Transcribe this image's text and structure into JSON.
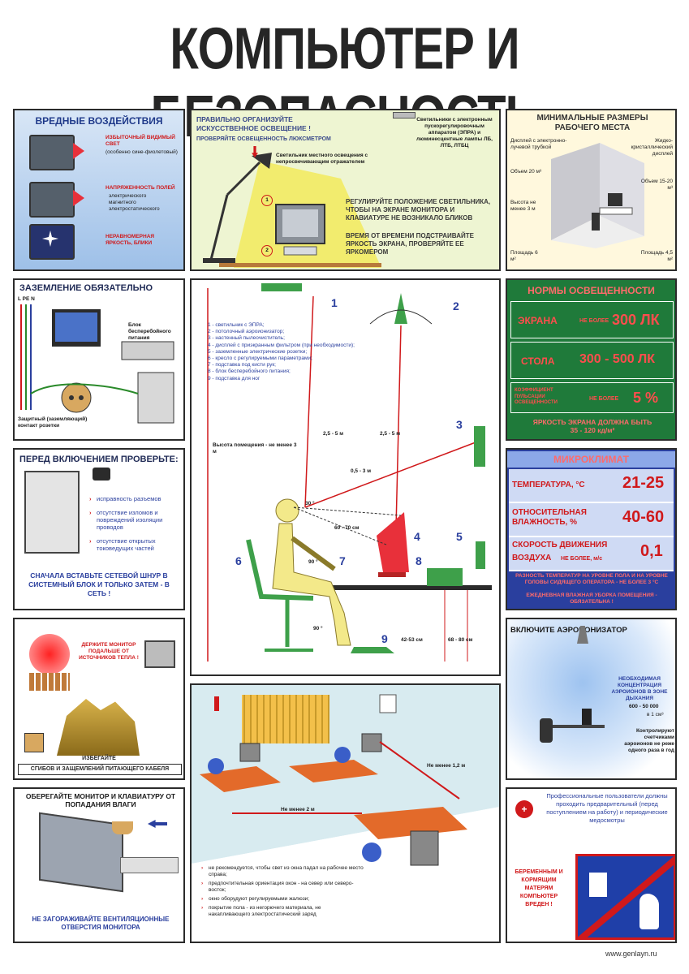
{
  "title": "КОМПЬЮТЕР И БЕЗОПАСНОСТЬ",
  "harmful": {
    "title": "ВРЕДНЫЕ ВОЗДЕЙСТВИЯ",
    "item1_title": "ИЗБЫТОЧНЫЙ ВИДИМЫЙ СВЕТ",
    "item1_sub": "(особенно сине-фиолетовый)",
    "item2_title": "НАПРЯЖЕННОСТЬ ПОЛЕЙ",
    "item2_list": [
      "электрического",
      "магнитного",
      "электростатического"
    ],
    "item3_title": "НЕРАВНОМЕРНАЯ ЯРКОСТЬ, БЛИКИ"
  },
  "lighting": {
    "title1": "ПРАВИЛЬНО ОРГАНИЗУЙТЕ",
    "title2": "ИСКУССТВЕННОЕ ОСВЕЩЕНИЕ !",
    "check": "ПРОВЕРЯЙТЕ ОСВЕЩЕННОСТЬ ЛЮКСМЕТРОМ",
    "ceiling": "Светильники с электронным пускорегулировочным аппаратом (ЭПРА) и люминесцентные лампы ЛБ, ЛТБ, ЛТБЦ",
    "local": "Светильник местного освещения с непросвечивающим отражателем",
    "n1": "1",
    "n2": "2",
    "tip1": "РЕГУЛИРУЙТЕ ПОЛОЖЕНИЕ СВЕТИЛЬНИКА, ЧТОБЫ НА ЭКРАНЕ МОНИТОРА И КЛАВИАТУРЕ НЕ ВОЗНИКАЛО БЛИКОВ",
    "tip2": "ВРЕМЯ ОТ ВРЕМЕНИ ПОДСТРАИВАЙТЕ ЯРКОСТЬ ЭКРАНА, ПРОВЕРЯЙТЕ ЕЕ ЯРКОМЕРОМ"
  },
  "workplace": {
    "title": "МИНИМАЛЬНЫЕ РАЗМЕРЫ РАБОЧЕГО МЕСТА",
    "crt": "Дисплей с электронно-лучевой трубкой",
    "lcd": "Жидко-кристаллический дисплей",
    "vol_crt": "Объем 20 м³",
    "vol_lcd": "Объем 15-20 м³",
    "height": "Высота не менее 3 м",
    "area_crt": "Площадь 6 м²",
    "area_lcd": "Площадь 4,5 м²"
  },
  "grounding": {
    "title": "ЗАЗЕМЛЕНИЕ ОБЯЗАТЕЛЬНО",
    "wires": "L PE N",
    "ups": "Блок бесперебойного питания",
    "contact": "Защитный (заземляющий) контакт розетки"
  },
  "room": {
    "legend": [
      "1 - светильник с ЭПРА;",
      "2 - потолочный аэроионизатор;",
      "3 - настенный пылеочиститель;",
      "4 - дисплей с приэкранным фильтром (при необходимости);",
      "5 - заземленные электрические розетки;",
      "6 - кресло с регулируемыми параметрами;",
      "7 - подставка под кисти рук;",
      "8 - блок бесперебойного питания;",
      "9 - подставка для ног"
    ],
    "n": [
      "1",
      "2",
      "3",
      "4",
      "5",
      "6",
      "7",
      "8",
      "9"
    ],
    "height": "Высота помещения - не менее 3 м",
    "d1": "2,5 - 5 м",
    "d2": "2,5 - 5 м",
    "d3": "0,5 - 3 м",
    "angle30": "30 °",
    "eye": "60 - 70 см",
    "a90a": "90 °",
    "a90b": "90 °",
    "h1": "42-53 см",
    "h2": "68 - 80 см"
  },
  "lightnorm": {
    "title": "НОРМЫ ОСВЕЩЕННОСТИ",
    "screen": "ЭКРАНА",
    "screen_pre": "НЕ БОЛЕЕ",
    "screen_val": "300 ЛК",
    "table": "СТОЛА",
    "table_val": "300 - 500 ЛК",
    "coef": "КОЭФФИЦИЕНТ ПУЛЬСАЦИИ ОСВЕЩЕННОСТИ",
    "coef_pre": "НЕ БОЛЕЕ",
    "coef_val": "5 %",
    "bright": "ЯРКОСТЬ ЭКРАНА ДОЛЖНА БЫТЬ 35 - 120 кд/м²"
  },
  "check": {
    "title": "ПЕРЕД ВКЛЮЧЕНИЕМ ПРОВЕРЬТЕ:",
    "items": [
      "исправность разъемов",
      "отсутствие изломов и повреждений изоляции проводов",
      "отсутствие открытых токоведущих частей"
    ],
    "footer": "СНАЧАЛА ВСТАВЬТЕ СЕТЕВОЙ ШНУР В СИСТЕМНЫЙ БЛОК И ТОЛЬКО ЗАТЕМ - В СЕТЬ !"
  },
  "micro": {
    "title": "МИКРОКЛИМАТ",
    "temp": "ТЕМПЕРАТУРА, °С",
    "temp_val": "21-25",
    "hum": "ОТНОСИТЕЛЬНАЯ ВЛАЖНОСТЬ, %",
    "hum_val": "40-60",
    "air1": "СКОРОСТЬ ДВИЖЕНИЯ",
    "air2": "ВОЗДУХА",
    "air_pre": "НЕ БОЛЕЕ, м/с",
    "air_val": "0,1",
    "note": "РАЗНОСТЬ ТЕМПЕРАТУР НА УРОВНЕ ПОЛА И НА УРОВНЕ ГОЛОВЫ СИДЯЩЕГО ОПЕРАТОРА - НЕ БОЛЕЕ 3 °С",
    "note2": "ЕЖЕДНЕВНАЯ ВЛАЖНАЯ УБОРКА ПОМЕЩЕНИЯ - ОБЯЗАТЕЛЬНА !"
  },
  "heat": {
    "keep": "ДЕРЖИТЕ МОНИТОР ПОДАЛЬШЕ ОТ ИСТОЧНИКОВ ТЕПЛА !",
    "avoid1": "ИЗБЕГАЙТЕ",
    "avoid2": "СГИБОВ И ЗАЩЕМЛЕНИЙ ПИТАЮЩЕГО КАБЕЛЯ"
  },
  "office": {
    "d1": "Не менее 1,2 м",
    "d2": "Не менее 2 м",
    "notes": [
      "не рекомендуется, чтобы свет из окна падал на рабочее место справа;",
      "предпочтительная ориентация окон - на север или северо-восток;",
      "окно оборудуют регулируемыми жалюзи;",
      "покрытие пола - из негорючего материала, не накапливающего электростатический заряд"
    ]
  },
  "ionizer": {
    "title": "ВКЛЮЧИТЕ АЭРОИОНИЗАТОР",
    "need": "НЕОБХОДИМАЯ КОНЦЕНТРАЦИЯ АЭРОИОНОВ В ЗОНЕ ДЫХАНИЯ",
    "range": "600 - 50 000",
    "unit": "в 1 см³",
    "control": "Контролируют счетчиками аэроионов не реже одного раза в год"
  },
  "moisture": {
    "title": "ОБЕРЕГАЙТЕ МОНИТОР И КЛАВИАТУРУ ОТ ПОПАДАНИЯ ВЛАГИ",
    "footer": "НЕ ЗАГОРАЖИВАЙТЕ ВЕНТИЛЯЦИОННЫЕ ОТВЕРСТИЯ МОНИТОРА"
  },
  "medical": {
    "text": "Профессиональные пользователи должны проходить предварительный (перед поступлением на работу) и периодические медосмотры",
    "pregnant": "БЕРЕМЕННЫМ И КОРМЯЩИМ МАТЕРЯМ КОМПЬЮТЕР ВРЕДЕН !"
  },
  "site": "www.genlayn.ru",
  "colors": {
    "red": "#d0191b",
    "blue": "#2a3f9e",
    "green": "#1f7a3a"
  }
}
